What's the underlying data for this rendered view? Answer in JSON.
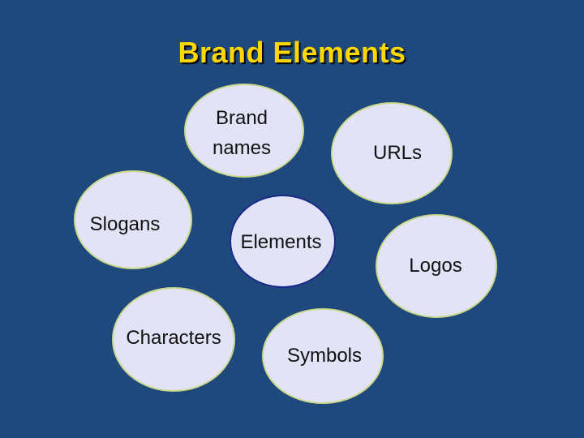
{
  "title": "Brand Elements",
  "bubbles": {
    "brand_names": "Brand names",
    "urls": "URLs",
    "slogans": "Slogans",
    "elements": "Elements",
    "logos": "Logos",
    "characters": "Characters",
    "symbols": "Symbols"
  },
  "colors": {
    "background": "#1f497d",
    "title": "#ffd700",
    "bubble_fill": "#e3e3f7",
    "bubble_border": "#c9d98c",
    "center_border": "#1a2a8a"
  }
}
